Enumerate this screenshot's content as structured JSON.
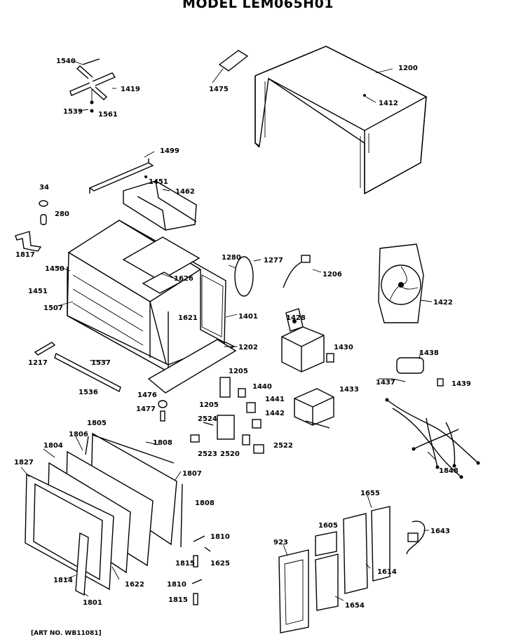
{
  "title": "MODEL LEM065H01",
  "art_number": "[ART NO. WB11081]",
  "part_labels": [
    {
      "id": "p1540",
      "text": "1540"
    },
    {
      "id": "p1419",
      "text": "1419"
    },
    {
      "id": "p1539",
      "text": "1539"
    },
    {
      "id": "p1561",
      "text": "1561"
    },
    {
      "id": "p1475",
      "text": "1475"
    },
    {
      "id": "p1200",
      "text": "1200"
    },
    {
      "id": "p1412",
      "text": "1412"
    },
    {
      "id": "p1499",
      "text": "1499"
    },
    {
      "id": "p1451a",
      "text": "1451"
    },
    {
      "id": "p1462",
      "text": "1462"
    },
    {
      "id": "p34",
      "text": "34"
    },
    {
      "id": "p280",
      "text": "280"
    },
    {
      "id": "p1817",
      "text": "1817"
    },
    {
      "id": "p1450",
      "text": "1450"
    },
    {
      "id": "p1451b",
      "text": "1451"
    },
    {
      "id": "p1507",
      "text": "1507"
    },
    {
      "id": "p1626",
      "text": "1626"
    },
    {
      "id": "p1621",
      "text": "1621"
    },
    {
      "id": "p1280",
      "text": "1280"
    },
    {
      "id": "p1277",
      "text": "1277"
    },
    {
      "id": "p1206",
      "text": "1206"
    },
    {
      "id": "p1401",
      "text": "1401"
    },
    {
      "id": "p1422",
      "text": "1422"
    },
    {
      "id": "p1428",
      "text": "1428"
    },
    {
      "id": "p1430",
      "text": "1430"
    },
    {
      "id": "p1202",
      "text": "1202"
    },
    {
      "id": "p1217",
      "text": "1217"
    },
    {
      "id": "p1537",
      "text": "1537"
    },
    {
      "id": "p1536",
      "text": "1536"
    },
    {
      "id": "p1205a",
      "text": "1205"
    },
    {
      "id": "p1440",
      "text": "1440"
    },
    {
      "id": "p1441",
      "text": "1441"
    },
    {
      "id": "p1205b",
      "text": "1205"
    },
    {
      "id": "p1442",
      "text": "1442"
    },
    {
      "id": "p1433",
      "text": "1433"
    },
    {
      "id": "p1438",
      "text": "1438"
    },
    {
      "id": "p1437",
      "text": "1437"
    },
    {
      "id": "p1439",
      "text": "1439"
    },
    {
      "id": "p1476",
      "text": "1476"
    },
    {
      "id": "p1477",
      "text": "1477"
    },
    {
      "id": "p2524",
      "text": "2524"
    },
    {
      "id": "p2523",
      "text": "2523"
    },
    {
      "id": "p2520",
      "text": "2520"
    },
    {
      "id": "p2522",
      "text": "2522"
    },
    {
      "id": "p1805a",
      "text": "1805"
    },
    {
      "id": "p1806",
      "text": "1806"
    },
    {
      "id": "p1804",
      "text": "1804"
    },
    {
      "id": "p1808a",
      "text": "1808"
    },
    {
      "id": "p1827",
      "text": "1827"
    },
    {
      "id": "p1807",
      "text": "1807"
    },
    {
      "id": "p1808b",
      "text": "1808"
    },
    {
      "id": "p1848",
      "text": "1848"
    },
    {
      "id": "p1655",
      "text": "1655"
    },
    {
      "id": "p1605",
      "text": "1605"
    },
    {
      "id": "p923",
      "text": "923"
    },
    {
      "id": "p1643",
      "text": "1643"
    },
    {
      "id": "p1614",
      "text": "1614"
    },
    {
      "id": "p1654",
      "text": "1654"
    },
    {
      "id": "p1810a",
      "text": "1810"
    },
    {
      "id": "p1815a",
      "text": "1815"
    },
    {
      "id": "p1625",
      "text": "1625"
    },
    {
      "id": "p1810b",
      "text": "1810"
    },
    {
      "id": "p1815b",
      "text": "1815"
    },
    {
      "id": "p1814",
      "text": "1814"
    },
    {
      "id": "p1622",
      "text": "1622"
    },
    {
      "id": "p1801",
      "text": "1801"
    }
  ]
}
